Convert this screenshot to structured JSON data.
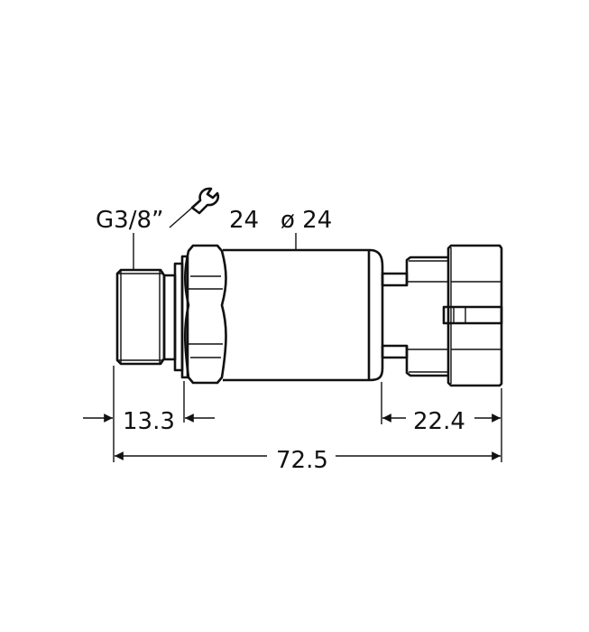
{
  "drawing": {
    "labels": {
      "thread": "G3/8”",
      "wrench_size": "24",
      "diameter": "ø 24"
    },
    "icons": {
      "wrench": "wrench-icon"
    },
    "dimensions": {
      "thread_length": "13.3",
      "connector_length": "22.4",
      "overall_length": "72.5"
    },
    "colors": {
      "line": "#111111",
      "background": "#ffffff"
    }
  }
}
